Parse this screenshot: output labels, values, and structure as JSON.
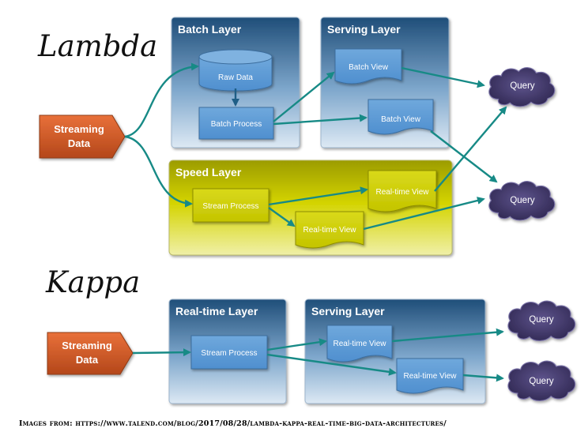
{
  "lambda": {
    "title": "Lambda",
    "source": {
      "line1": "Streaming",
      "line2": "Data"
    },
    "batch_layer": {
      "title": "Batch Layer",
      "raw_data": "Raw Data",
      "batch_process": "Batch Process"
    },
    "serving_layer": {
      "title": "Serving Layer",
      "batch_view_1": "Batch View",
      "batch_view_2": "Batch View"
    },
    "speed_layer": {
      "title": "Speed Layer",
      "stream_process": "Stream Process",
      "realtime_view_1": "Real-time View",
      "realtime_view_2": "Real-time View"
    },
    "queries": [
      "Query",
      "Query"
    ]
  },
  "kappa": {
    "title": "Kappa",
    "source": {
      "line1": "Streaming",
      "line2": "Data"
    },
    "realtime_layer": {
      "title": "Real-time Layer",
      "stream_process": "Stream Process"
    },
    "serving_layer": {
      "title": "Serving Layer",
      "realtime_view_1": "Real-time View",
      "realtime_view_2": "Real-time View"
    },
    "queries": [
      "Query",
      "Query"
    ]
  },
  "caption": "Images from: https://www.talend.com/blog/2017/08/28/lambda-kappa-real-time-big-data-architectures/",
  "colors": {
    "layer_blue_top": "#1f4e79",
    "layer_blue_bottom": "#dbe8f3",
    "speed_yellow": "#d6d600",
    "box_blue": "#5b9bd5",
    "streaming_orange": "#c0501c",
    "arrow_teal": "#178a86",
    "query_purple": "#3e3466"
  }
}
